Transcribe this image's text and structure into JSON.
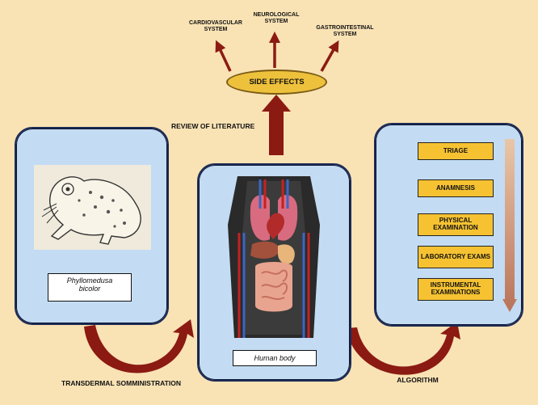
{
  "top_effects": {
    "cardiovascular": "CARDIOVASCULAR SYSTEM",
    "neurological": "NEUROLOGICAL SYSTEM",
    "gastrointestinal": "GASTROINTESTINAL SYSTEM"
  },
  "side_effects_label": "SIDE EFFECTS",
  "review_label": "REVIEW OF LITERATURE",
  "frog_panel": {
    "caption_line1": "Phyllomedusa",
    "caption_line2": "bicolor"
  },
  "body_panel": {
    "caption": "Human body"
  },
  "algorithm_steps": [
    "TRIAGE",
    "ANAMNESIS",
    "PHYSICAL EXAMINATION",
    "LABORATORY EXAMS",
    "INSTRUMENTAL EXAMINATIONS"
  ],
  "bottom_labels": {
    "left": "TRANSDERMAL SOMMINISTRATION",
    "right": "ALGORITHM"
  },
  "colors": {
    "background": "#f9e2b4",
    "panel": "#c3dcf3",
    "arrow": "#8b1a12",
    "step_box": "#f6c232",
    "oval": "#eec13c"
  }
}
